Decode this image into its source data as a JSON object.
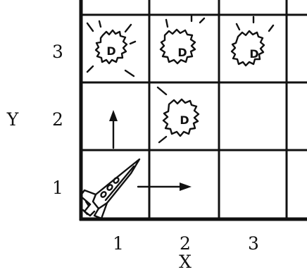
{
  "axes": {
    "x_label": "X",
    "y_label": "Y",
    "x_ticks": [
      "1",
      "2",
      "3"
    ],
    "y_ticks": [
      "3",
      "2",
      "1"
    ]
  },
  "asteroids": [
    {
      "col": 1,
      "row": 3,
      "label": "D",
      "variant": "rays-full"
    },
    {
      "col": 2,
      "row": 3,
      "label": "D",
      "variant": "rays-top"
    },
    {
      "col": 3,
      "row": 3,
      "label": "D",
      "variant": "rays-top"
    },
    {
      "col": 2,
      "row": 2,
      "label": "D",
      "variant": "rays-partial"
    }
  ],
  "ship": {
    "col": 1,
    "row": 1,
    "icon": "rocket-ship-icon"
  },
  "arrows": [
    {
      "direction": "up",
      "icon": "up-arrow-icon"
    },
    {
      "direction": "right",
      "icon": "right-arrow-icon"
    }
  ]
}
